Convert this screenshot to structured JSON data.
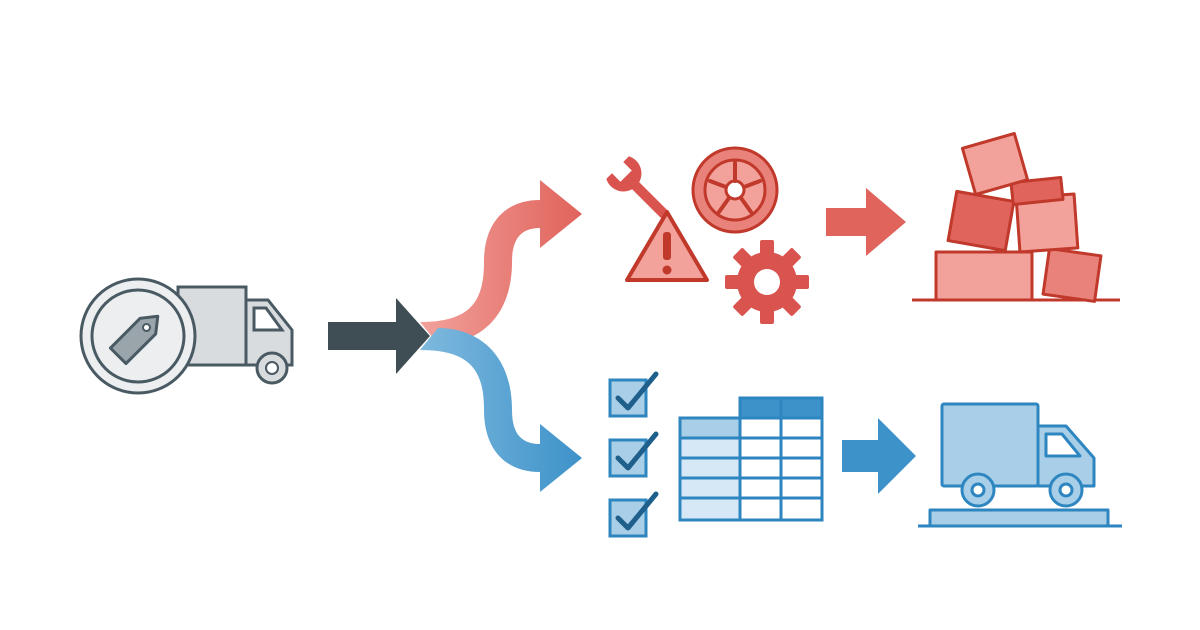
{
  "diagram": {
    "type": "process-flow-split",
    "source": {
      "icon": "delivery-truck-with-price-tag-icon"
    },
    "branches": [
      {
        "id": "problem",
        "color": "#d9534f",
        "fill": "#f2a19b",
        "icons": [
          "wrench-icon",
          "tire-icon",
          "warning-triangle-icon",
          "gear-icon"
        ],
        "outcome_icon": "toppled-boxes-icon"
      },
      {
        "id": "success",
        "color": "#2e86c1",
        "fill": "#a9cfe8",
        "icons": [
          "checklist-icon",
          "data-table-icon"
        ],
        "outcome_icon": "delivery-truck-on-platform-icon"
      }
    ],
    "colors": {
      "source": "#4a5a63",
      "source_fill": "#d9dcdf",
      "source_light": "#eceef0"
    }
  }
}
